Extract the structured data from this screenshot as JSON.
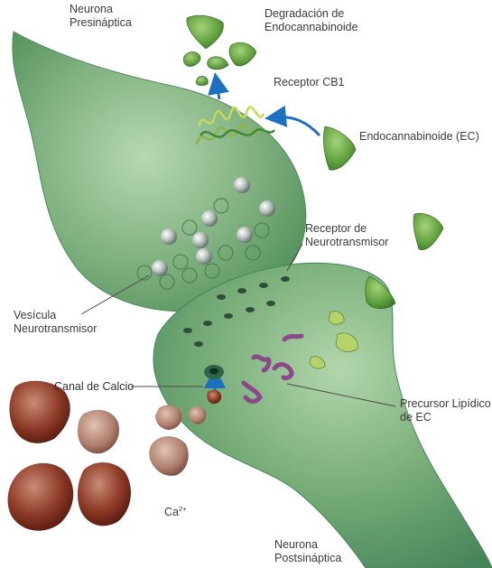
{
  "labels": {
    "presynaptic_line1": "Neurona",
    "presynaptic_line2": "Presináptica",
    "degradation_line1": "Degradación de",
    "degradation_line2": "Endocannabinoide",
    "cb1_receptor": "Receptor CB1",
    "endocannabinoid": "Endocannabinoide (EC)",
    "nt_receptor_line1": "Receptor de",
    "nt_receptor_line2": "Neurotransmisor",
    "vesicle_line1": "Vesícula",
    "vesicle_line2": "Neurotransmisor",
    "calcium_channel": "Canal de Calcio",
    "lipid_precursor_line1": "Precursor Lipídico",
    "lipid_precursor_line2": "de EC",
    "calcium_ion": "Ca",
    "calcium_charge": "2+",
    "postsynaptic_line1": "Neurona",
    "postsynaptic_line2": "Postsináptica"
  },
  "colors": {
    "neuron_green": "#6a9f6e",
    "neuron_light": "#a9cfa4",
    "neuron_dark": "#3f7a4a",
    "ec_green": "#5e9f3c",
    "arrow_blue": "#1f6fc0",
    "calcium_brown": "#7a2a1c",
    "lipid_purple": "#8a4a8a",
    "label_text": "#3b3b3b"
  },
  "icons": {
    "arrow": "blue-curved-arrow-icon",
    "ec_molecule": "triangular-molecule-icon",
    "vesicle": "sphere-icon",
    "calcium_ion": "rock-icon"
  }
}
